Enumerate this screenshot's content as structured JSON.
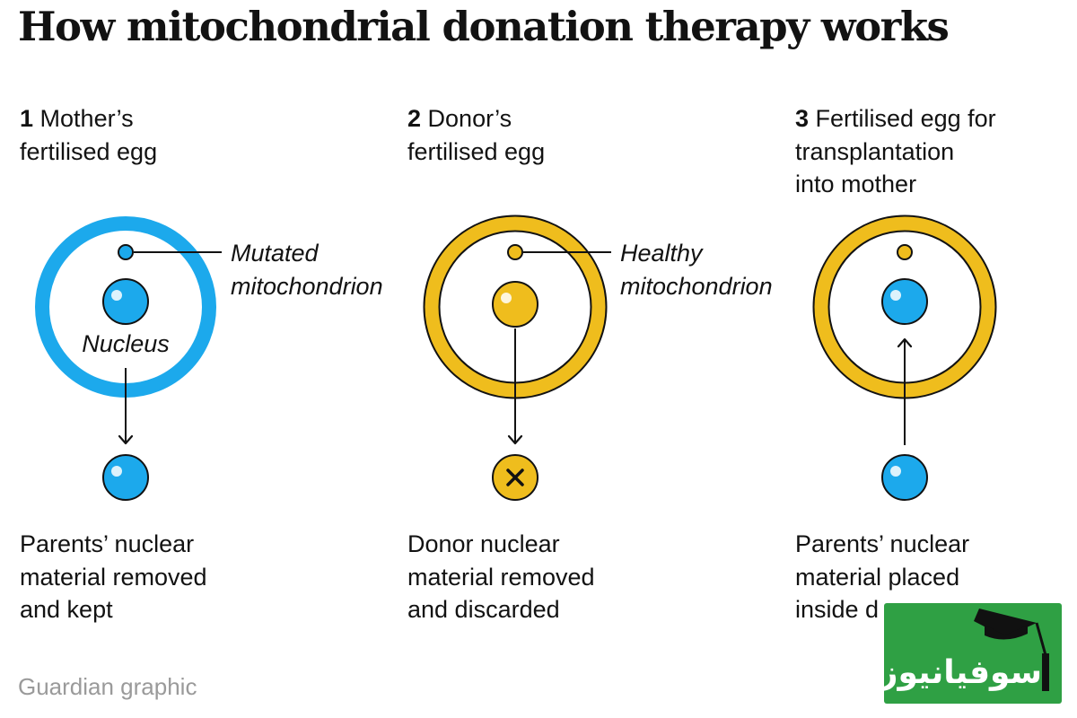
{
  "title": "How mitochondrial donation therapy works",
  "steps": [
    {
      "number": "1",
      "heading_lines": [
        "Mother’s",
        "fertilised egg"
      ],
      "caption_lines": [
        "Parents’ nuclear",
        "material removed",
        "and kept"
      ],
      "ring_color": "#1ca9ec",
      "nucleus_color": "#1ca9ec",
      "mitochondrion_color": "#1ca9ec"
    },
    {
      "number": "2",
      "heading_lines": [
        "Donor’s",
        "fertilised egg"
      ],
      "caption_lines": [
        "Donor nuclear",
        "material removed",
        "and discarded"
      ],
      "ring_color": "#efbd1d",
      "nucleus_color": "#efbd1d",
      "mitochondrion_color": "#efbd1d"
    },
    {
      "number": "3",
      "heading_lines": [
        "Fertilised egg for",
        "transplantation",
        "into mother"
      ],
      "caption_lines": [
        "Parents’ nuclear",
        "material placed",
        "inside d"
      ],
      "ring_color": "#efbd1d",
      "nucleus_color": "#1ca9ec",
      "mitochondrion_color": "#efbd1d"
    }
  ],
  "labels": {
    "mutated": [
      "Mutated",
      "mitochondrion"
    ],
    "healthy": [
      "Healthy",
      "mitochondrion"
    ],
    "nucleus": "Nucleus"
  },
  "credit": "Guardian graphic",
  "watermark": {
    "text": "سوفیانیوز",
    "icon": "graduation-cap-icon",
    "color": "#2fa044"
  },
  "colors": {
    "blue": "#1ca9ec",
    "gold": "#efbd1d",
    "text": "#121212"
  }
}
